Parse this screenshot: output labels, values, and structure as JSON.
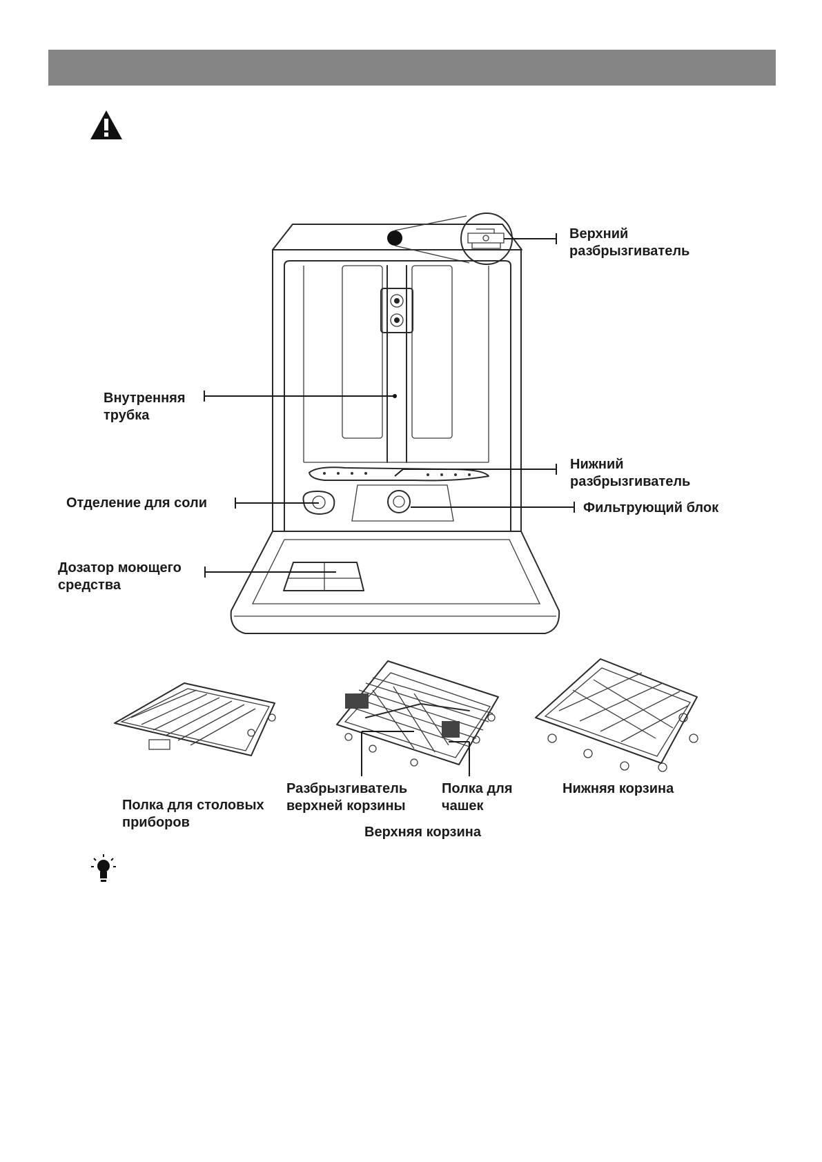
{
  "labels": {
    "upper_spray_arm": "Верхний\nразбрызгиватель",
    "inner_tube": "Внутренняя\nтрубка",
    "lower_spray_arm": "Нижний\nразбрызгиватель",
    "salt_compartment": "Отделение для соли",
    "filter_assembly": "Фильтрующий блок",
    "detergent_dispenser": "Дозатор моющего\nсредства",
    "cutlery_shelf": "Полка для столовых\nприборов",
    "upper_basket_spray_arm": "Разбрызгиватель\nверхней корзины",
    "cup_shelf": "Полка для\nчашек",
    "lower_basket": "Нижняя корзина",
    "upper_basket": "Верхняя корзина"
  },
  "colors": {
    "header_bar": "#858585",
    "line": "#2a2a2a"
  },
  "icons": {
    "warning": "warning-triangle-icon",
    "tip": "light-bulb-icon"
  }
}
